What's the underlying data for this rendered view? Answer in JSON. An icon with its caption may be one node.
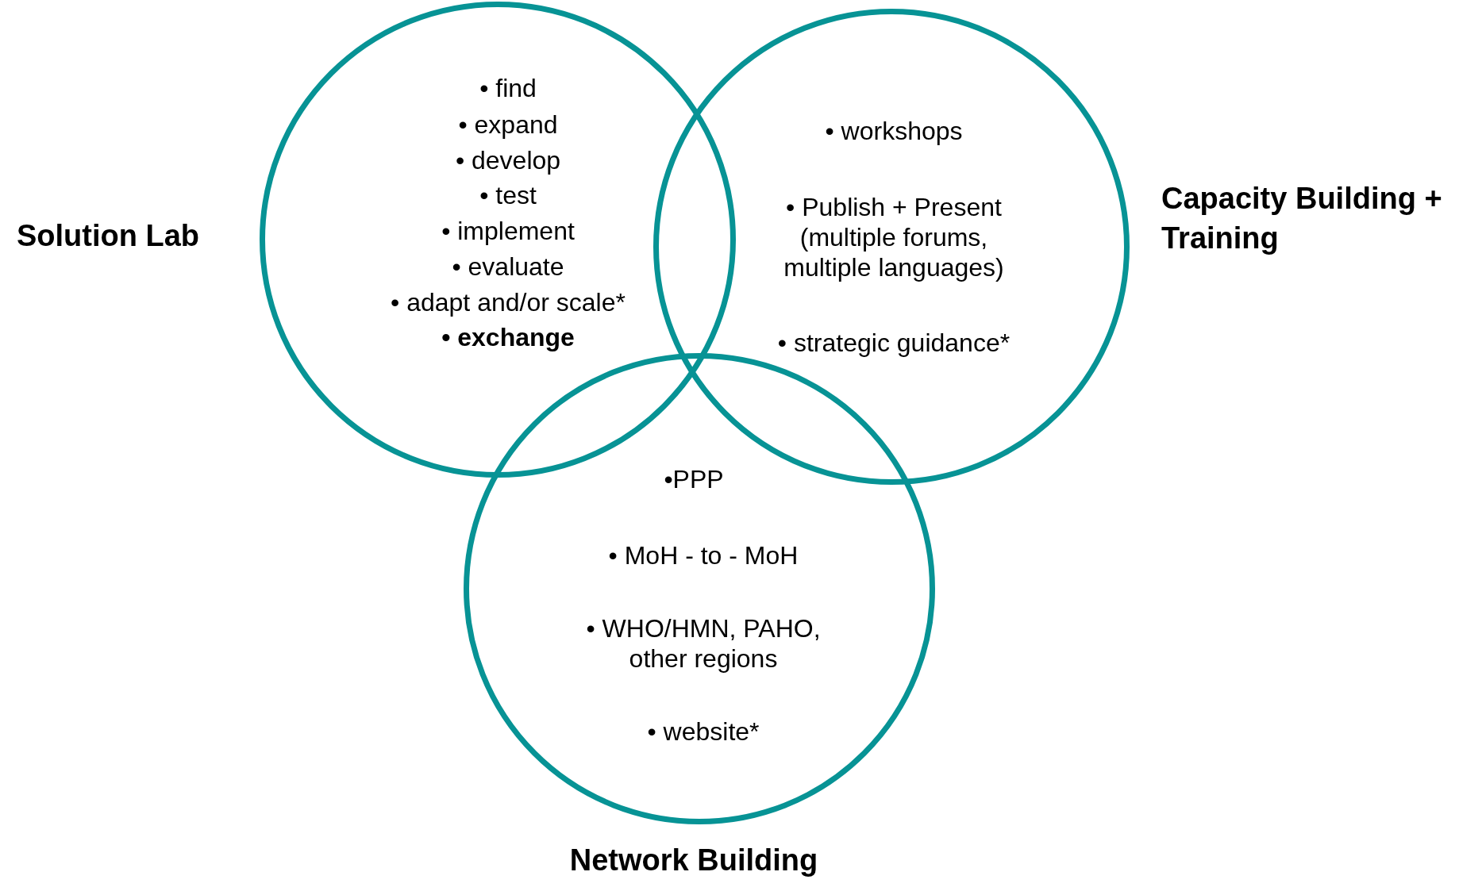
{
  "diagram": {
    "nodes": [
      {
        "text": [
          "Solution Lab",
          "• find",
          "• expand",
          "• develop",
          "• test",
          "• implement",
          "• evaluate",
          "• adapt and/or scale*",
          "• exchange"
        ]
      },
      {
        "text": [
          "Capacity Building + Training",
          "• workshops",
          "• Publish + Present (multiple forums, multiple languages)",
          "• strategic guidance*"
        ]
      },
      {
        "text": [
          "Network Building",
          "•PPP",
          "• MoH - to - MoH",
          "• WHO/HMN, PAHO, other regions",
          "• website*"
        ]
      }
    ],
    "edges": []
  }
}
